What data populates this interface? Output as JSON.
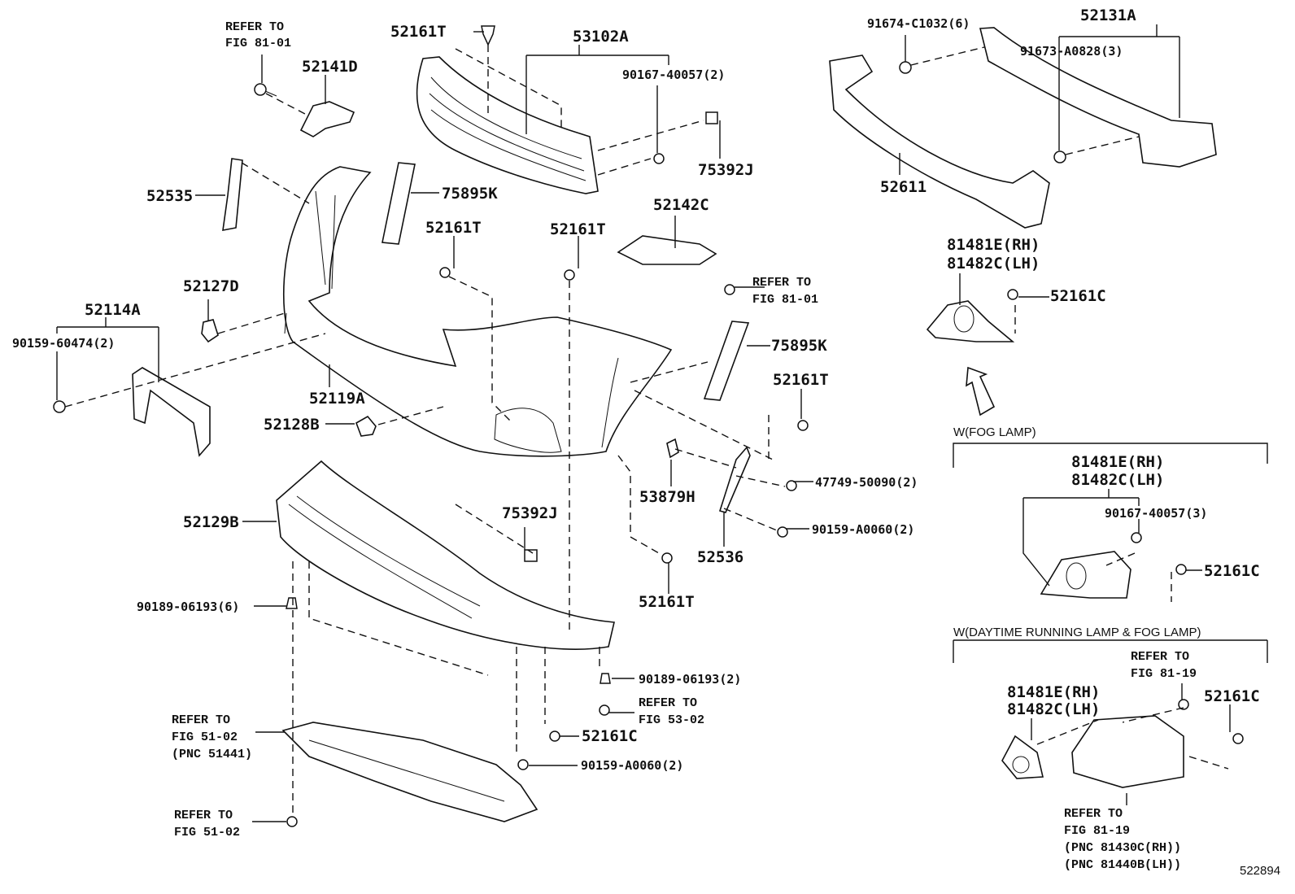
{
  "diagram": {
    "figure_id": "522894",
    "sections": [
      {
        "id": "fog",
        "title": "W(FOG LAMP)"
      },
      {
        "id": "drl",
        "title": "W(DAYTIME RUNNING LAMP & FOG LAMP)"
      }
    ],
    "labels": {
      "refer_81_01_a": [
        "REFER TO",
        "FIG 81-01"
      ],
      "p52141D": "52141D",
      "p52161T_top": "52161T",
      "p53102A": "53102A",
      "p90167_40057_2": "90167-40057(2)",
      "p75392J_top": "75392J",
      "p91674": "91674-C1032(6)",
      "p52131A": "52131A",
      "p91673": "91673-A0828(3)",
      "p52611": "52611",
      "p52535": "52535",
      "p75895K_left": "75895K",
      "p52161T_a": "52161T",
      "p52161T_b": "52161T",
      "p52142C": "52142C",
      "refer_81_01_b": [
        "REFER TO",
        "FIG 81-01"
      ],
      "p81481E_a": "81481E(RH)",
      "p81482C_a": "81482C(LH)",
      "p52161C_a": "52161C",
      "p52127D": "52127D",
      "p52114A": "52114A",
      "p90159_60474": "90159-60474(2)",
      "p52119A": "52119A",
      "p75895K_right": "75895K",
      "p52161T_right": "52161T",
      "p52128B": "52128B",
      "p53879H": "53879H",
      "p47749": "47749-50090(2)",
      "p90159_A0060_right": "90159-A0060(2)",
      "p52536": "52536",
      "p52129B": "52129B",
      "p75392J_low": "75392J",
      "p52161T_low": "52161T",
      "p90189_6": "90189-06193(6)",
      "p90189_2": "90189-06193(2)",
      "refer_53_02": [
        "REFER TO",
        "FIG 53-02"
      ],
      "p52161C_low": "52161C",
      "p90159_A0060_low": "90159-A0060(2)",
      "refer_51_02_a": [
        "REFER TO",
        "FIG 51-02",
        "(PNC 51441)"
      ],
      "refer_51_02_b": [
        "REFER TO",
        "FIG 51-02"
      ],
      "p81481E_b": "81481E(RH)",
      "p81482C_b": "81482C(LH)",
      "p90167_40057_3": "90167-40057(3)",
      "p52161C_b": "52161C",
      "refer_81_19_a": [
        "REFER TO",
        "FIG 81-19"
      ],
      "p81481E_c": "81481E(RH)",
      "p81482C_c": "81482C(LH)",
      "p52161C_c": "52161C",
      "refer_81_19_b": [
        "REFER TO",
        "FIG 81-19",
        "(PNC 81430C(RH))",
        "(PNC 81440B(LH))"
      ]
    }
  }
}
